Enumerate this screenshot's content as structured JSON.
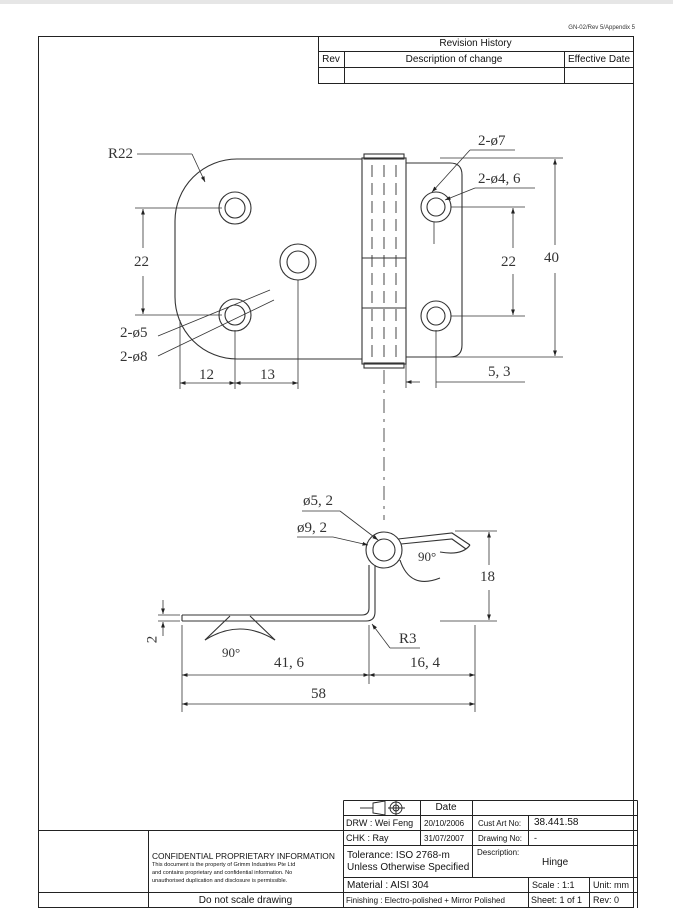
{
  "doc_ref": "GN-02/Rev 5/Appendix 5",
  "revision": {
    "title": "Revision History",
    "col_rev": "Rev",
    "col_desc": "Description of change",
    "col_date": "Effective Date"
  },
  "dimensions": {
    "r22": "R22",
    "d7": "2-ø7",
    "d46": "2-ø4, 6",
    "top_22_left": "22",
    "top_22_right": "22",
    "top_40": "40",
    "d5": "2-ø5",
    "d8": "2-ø8",
    "dim_12": "12",
    "dim_13": "13",
    "dim_53": "5, 3",
    "d52": "ø5, 2",
    "d92": "ø9, 2",
    "ang_top": "90°",
    "dim_18": "18",
    "dim_2": "2",
    "ang_bottom": "90°",
    "dim_416": "41, 6",
    "r3": "R3",
    "dim_164": "16, 4",
    "dim_58": "58"
  },
  "title_block": {
    "date_header": "Date",
    "drw_label": "DRW : Wei Feng",
    "drw_date": "20/10/2006",
    "chk_label": "CHK : Ray",
    "chk_date": "31/07/2007",
    "cust_art_label": "Cust Art No:",
    "cust_art_value": "38.441.58",
    "drawing_no_label": "Drawing No:",
    "drawing_no_value": "-",
    "description_label": "Description:",
    "description_value": "Hinge",
    "confidential_title": "CONFIDENTIAL PROPRIETARY INFORMATION",
    "confidential_body": [
      "This document is the property of Grimm Industries Pte Ltd",
      "and contains proprietary and confidential information. No",
      "unauthorised duplication and disclosure is permissible."
    ],
    "tolerance": "Tolerance: ISO 2768-m",
    "unless": "Unless Otherwise Specified",
    "material": "Material : AISI 304",
    "scale": "Scale : 1:1",
    "unit": "Unit: mm",
    "no_scale": "Do not scale drawing",
    "finishing": "Finishing : Electro-polished + Mirror Polished",
    "sheet": "Sheet: 1 of 1",
    "rev": "Rev: 0"
  }
}
